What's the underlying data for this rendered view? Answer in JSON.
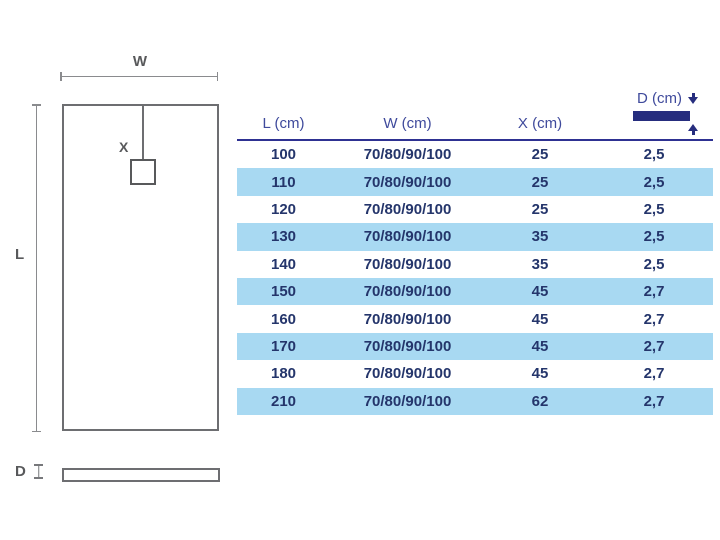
{
  "diagram": {
    "width_label": "W",
    "length_label": "L",
    "drain_offset_label": "X",
    "depth_label": "D"
  },
  "table": {
    "columns": [
      {
        "label": "L (cm)"
      },
      {
        "label": "W (cm)"
      },
      {
        "label": "X (cm)"
      },
      {
        "label": "D (cm)"
      }
    ],
    "rows": [
      {
        "l": "100",
        "w": "70/80/90/100",
        "x": "25",
        "d": "2,5"
      },
      {
        "l": "110",
        "w": "70/80/90/100",
        "x": "25",
        "d": "2,5"
      },
      {
        "l": "120",
        "w": "70/80/90/100",
        "x": "25",
        "d": "2,5"
      },
      {
        "l": "130",
        "w": "70/80/90/100",
        "x": "35",
        "d": "2,5"
      },
      {
        "l": "140",
        "w": "70/80/90/100",
        "x": "35",
        "d": "2,5"
      },
      {
        "l": "150",
        "w": "70/80/90/100",
        "x": "45",
        "d": "2,7"
      },
      {
        "l": "160",
        "w": "70/80/90/100",
        "x": "45",
        "d": "2,7"
      },
      {
        "l": "170",
        "w": "70/80/90/100",
        "x": "45",
        "d": "2,7"
      },
      {
        "l": "180",
        "w": "70/80/90/100",
        "x": "45",
        "d": "2,7"
      },
      {
        "l": "210",
        "w": "70/80/90/100",
        "x": "62",
        "d": "2,7"
      }
    ]
  },
  "colors": {
    "row_highlight": "#a8d9f2",
    "header_text": "#3f4a9c",
    "accent_navy": "#262d7e",
    "header_rule": "#2e3192",
    "cell_text": "#24356b",
    "diagram_line_gray": "#8a8b8e",
    "diagram_label_gray": "#58595b"
  }
}
